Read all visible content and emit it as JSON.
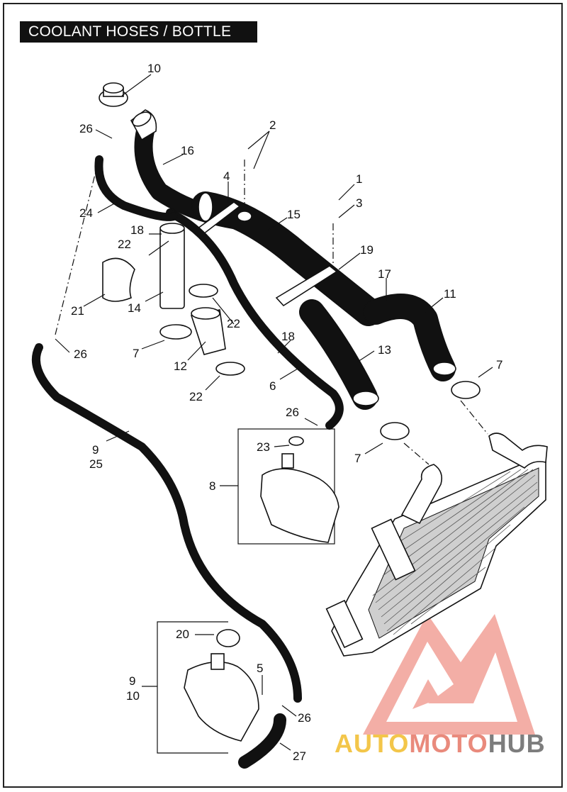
{
  "title": "COOLANT HOSES / BOTTLE",
  "callouts": [
    "1",
    "2",
    "3",
    "4",
    "5",
    "6",
    "7",
    "7",
    "7",
    "7",
    "8",
    "9",
    "25",
    "9",
    "10",
    "11",
    "12",
    "13",
    "14",
    "15",
    "16",
    "17",
    "18",
    "18",
    "18",
    "19",
    "20",
    "21",
    "22",
    "22",
    "22",
    "22",
    "23",
    "24",
    "26",
    "26",
    "26",
    "26",
    "27"
  ],
  "watermark": {
    "part1": "AUTO",
    "part2": "MOTO",
    "part3": "HUB",
    "colors": {
      "auto": "#f3c64a",
      "moto": "#e98a7c",
      "hub": "#7d7d7d",
      "logo": "#ef7f76"
    }
  }
}
